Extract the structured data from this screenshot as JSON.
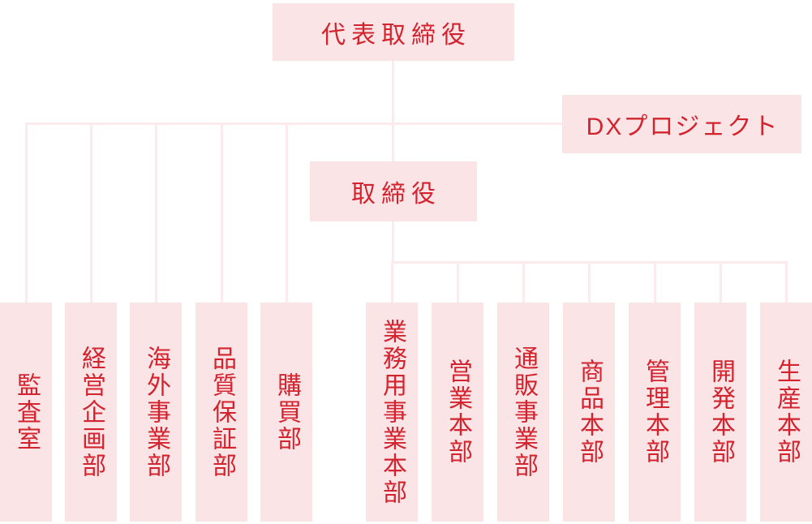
{
  "diagram_type": "organization-chart",
  "colors": {
    "box_fill": "#fbe4e6",
    "connector_line": "#fdeaec",
    "text": "#d2232e",
    "background": "#ffffff"
  },
  "nodes": {
    "president": {
      "label": "代表取締役"
    },
    "dx_project": {
      "label": "DXプロジェクト"
    },
    "director": {
      "label": "取締役"
    },
    "left_departments": [
      {
        "label": "監査室"
      },
      {
        "label": "経営企画部"
      },
      {
        "label": "海外事業部"
      },
      {
        "label": "品質保証部"
      },
      {
        "label": "購買部"
      }
    ],
    "right_departments": [
      {
        "label": "業務用事業本部"
      },
      {
        "label": "営業本部"
      },
      {
        "label": "通販事業部"
      },
      {
        "label": "商品本部"
      },
      {
        "label": "管理本部"
      },
      {
        "label": "開発本部"
      },
      {
        "label": "生産本部"
      }
    ]
  },
  "hierarchy": {
    "root": "代表取締役",
    "root_children": [
      "監査室",
      "経営企画部",
      "海外事業部",
      "品質保証部",
      "購買部",
      "DXプロジェクト",
      "取締役"
    ],
    "director_children": [
      "業務用事業本部",
      "営業本部",
      "通販事業部",
      "商品本部",
      "管理本部",
      "開発本部",
      "生産本部"
    ]
  }
}
